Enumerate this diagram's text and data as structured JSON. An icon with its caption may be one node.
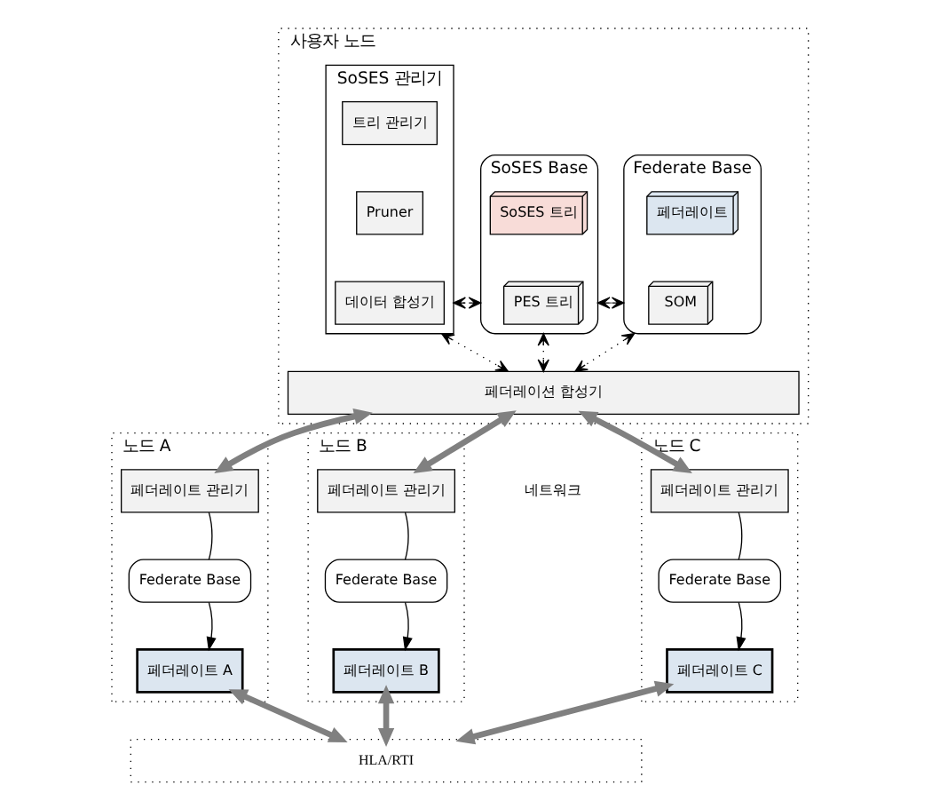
{
  "diagram": {
    "nodes": [
      {
        "text": [
          "사용자 노드"
        ]
      },
      {
        "text": [
          "SoSES 관리기"
        ],
        "in": 0
      },
      {
        "text": [
          "트리 관리기"
        ],
        "in": 1
      },
      {
        "text": [
          "Pruner"
        ],
        "in": 1
      },
      {
        "text": [
          "데이터 합성기"
        ],
        "in": 1
      },
      {
        "text": [
          "SoSES Base"
        ],
        "in": 0
      },
      {
        "text": [
          "SoSES 트리"
        ],
        "in": 5
      },
      {
        "text": [
          "PES 트리"
        ],
        "in": 5
      },
      {
        "text": [
          "Federate Base"
        ],
        "in": 0
      },
      {
        "text": [
          "페더레이트"
        ],
        "in": 8
      },
      {
        "text": [
          "SOM"
        ],
        "in": 8
      },
      {
        "text": [
          "페더레이션 합성기"
        ],
        "in": 0
      },
      {
        "text": [
          "노드 A"
        ]
      },
      {
        "text": [
          "페더레이트 관리기"
        ],
        "in": 12
      },
      {
        "text": [
          "Federate Base"
        ],
        "in": 12
      },
      {
        "text": [
          "페더레이트 A"
        ],
        "in": 12
      },
      {
        "text": [
          "노드 B"
        ]
      },
      {
        "text": [
          "페더레이트 관리기"
        ],
        "in": 16
      },
      {
        "text": [
          "Federate Base"
        ],
        "in": 16
      },
      {
        "text": [
          "페더레이트 B"
        ],
        "in": 16
      },
      {
        "text": [
          "노드 C"
        ]
      },
      {
        "text": [
          "페더레이트 관리기"
        ],
        "in": 20
      },
      {
        "text": [
          "Federate Base"
        ],
        "in": 20
      },
      {
        "text": [
          "페더레이트 C"
        ],
        "in": 20
      },
      {
        "text": [
          "HLA/RTI"
        ]
      }
    ],
    "edges": [
      {
        "from": 1,
        "to": 5,
        "arrow": "both",
        "style": "dashed"
      },
      {
        "from": 5,
        "to": 8,
        "arrow": "both",
        "style": "dashed"
      },
      {
        "from": 1,
        "to": 11,
        "arrow": "both",
        "style": "dashed"
      },
      {
        "from": 5,
        "to": 11,
        "arrow": "both",
        "style": "dashed"
      },
      {
        "from": 8,
        "to": 11,
        "arrow": "both",
        "style": "dashed"
      },
      {
        "from": 11,
        "to": 13,
        "arrow": "both",
        "style": "thick",
        "color": "#808080"
      },
      {
        "from": 11,
        "to": 17,
        "arrow": "both",
        "style": "thick",
        "color": "#808080"
      },
      {
        "from": 11,
        "to": 21,
        "arrow": "both",
        "style": "thick",
        "color": "#808080"
      },
      {
        "from": 13,
        "to": 14,
        "arrow": "none"
      },
      {
        "from": 14,
        "to": 15,
        "arrow": "to"
      },
      {
        "from": 17,
        "to": 18,
        "arrow": "none"
      },
      {
        "from": 18,
        "to": 19,
        "arrow": "to"
      },
      {
        "from": 21,
        "to": 22,
        "arrow": "none"
      },
      {
        "from": 22,
        "to": 23,
        "arrow": "to"
      },
      {
        "from": 15,
        "to": 24,
        "arrow": "both",
        "style": "thick",
        "color": "#808080"
      },
      {
        "from": 19,
        "to": 24,
        "arrow": "both",
        "style": "thick",
        "color": "#808080"
      },
      {
        "from": 23,
        "to": 24,
        "arrow": "both",
        "style": "thick",
        "color": "#808080"
      }
    ],
    "labels": [
      "네트워크"
    ]
  }
}
